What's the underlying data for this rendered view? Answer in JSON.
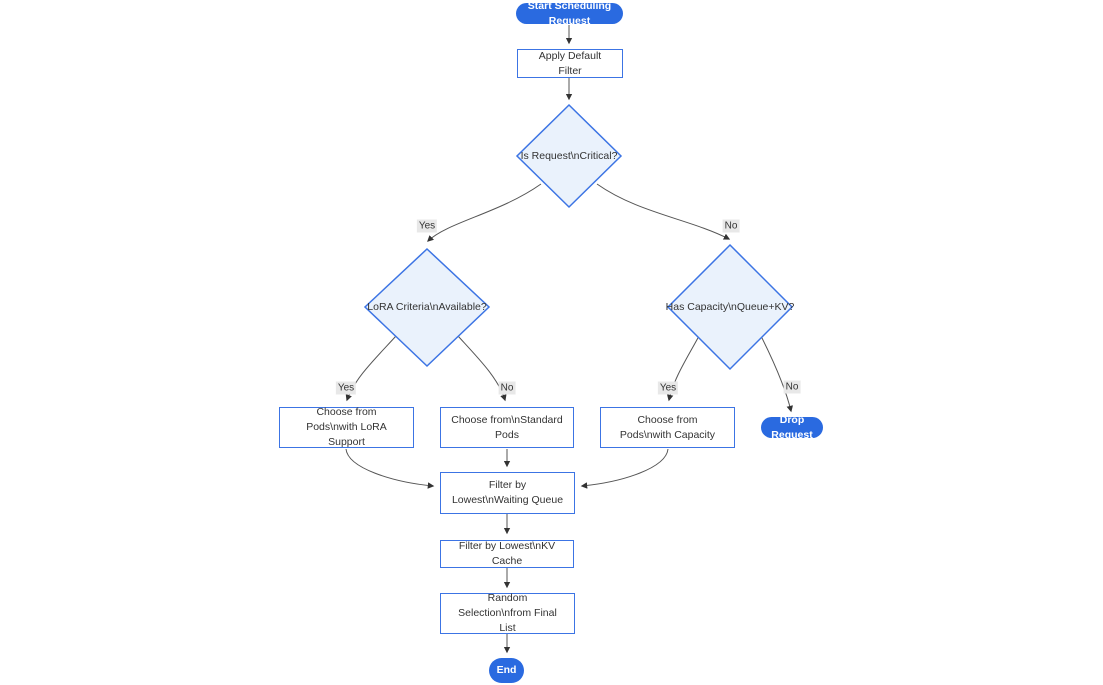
{
  "diagram": {
    "type": "flowchart",
    "direction": "top-down",
    "palette": {
      "pill_fill": "#2A6AE0",
      "pill_text": "#FFFFFF",
      "shape_border": "#3C74E4",
      "decision_fill": "#EAF2FC",
      "process_fill": "#FFFFFF",
      "text_color": "#333333",
      "edge_color": "#555555",
      "arrowhead_color": "#333333",
      "edge_label_bg": "#E8E8E8"
    }
  },
  "nodes": {
    "start": {
      "shape": "pill",
      "label": "Start Scheduling Request"
    },
    "apply_filter": {
      "shape": "process",
      "label": "Apply Default Filter"
    },
    "is_critical": {
      "shape": "decision",
      "label": "Is Request\\nCritical?"
    },
    "lora_criteria": {
      "shape": "decision",
      "label": "LoRA Criteria\\nAvailable?"
    },
    "has_capacity": {
      "shape": "decision",
      "label": "Has Capacity\\nQueue+KV?"
    },
    "choose_lora_pods": {
      "shape": "process",
      "label": "Choose from Pods\\nwith LoRA Support"
    },
    "choose_standard_pods": {
      "shape": "process",
      "label": "Choose from\\nStandard Pods"
    },
    "choose_capacity_pods": {
      "shape": "process",
      "label": "Choose from Pods\\nwith Capacity"
    },
    "drop_request": {
      "shape": "pill",
      "label": "Drop Request"
    },
    "filter_waiting_queue": {
      "shape": "process",
      "label": "Filter by Lowest\\nWaiting Queue"
    },
    "filter_kv_cache": {
      "shape": "process",
      "label": "Filter by Lowest\\nKV Cache"
    },
    "random_selection": {
      "shape": "process",
      "label": "Random Selection\\nfrom Final List"
    },
    "end": {
      "shape": "pill",
      "label": "End"
    }
  },
  "edge_labels": {
    "yes": "Yes",
    "no": "No"
  },
  "edges": [
    {
      "from": "start",
      "to": "apply_filter",
      "label": ""
    },
    {
      "from": "apply_filter",
      "to": "is_critical",
      "label": ""
    },
    {
      "from": "is_critical",
      "to": "lora_criteria",
      "label": "Yes"
    },
    {
      "from": "is_critical",
      "to": "has_capacity",
      "label": "No"
    },
    {
      "from": "lora_criteria",
      "to": "choose_lora_pods",
      "label": "Yes"
    },
    {
      "from": "lora_criteria",
      "to": "choose_standard_pods",
      "label": "No"
    },
    {
      "from": "has_capacity",
      "to": "choose_capacity_pods",
      "label": "Yes"
    },
    {
      "from": "has_capacity",
      "to": "drop_request",
      "label": "No"
    },
    {
      "from": "choose_lora_pods",
      "to": "filter_waiting_queue",
      "label": ""
    },
    {
      "from": "choose_standard_pods",
      "to": "filter_waiting_queue",
      "label": ""
    },
    {
      "from": "choose_capacity_pods",
      "to": "filter_waiting_queue",
      "label": ""
    },
    {
      "from": "filter_waiting_queue",
      "to": "filter_kv_cache",
      "label": ""
    },
    {
      "from": "filter_kv_cache",
      "to": "random_selection",
      "label": ""
    },
    {
      "from": "random_selection",
      "to": "end",
      "label": ""
    }
  ]
}
